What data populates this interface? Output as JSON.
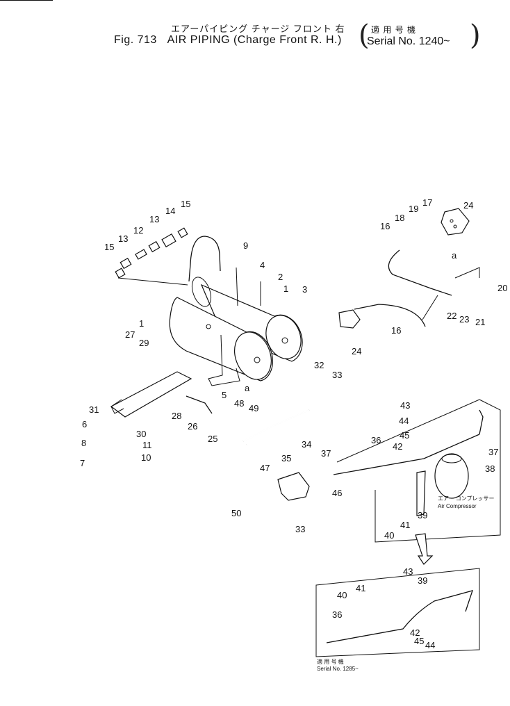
{
  "header": {
    "title_jp": "エアーパイピング チャージ フロント 右",
    "fig_label": "Fig. 713",
    "title_en": "AIR PIPING (Charge Front R. H.)",
    "serial_jp": "適 用 号 機",
    "serial_en": "Serial No. 1240~"
  },
  "callouts": [
    "15",
    "14",
    "13",
    "12",
    "13",
    "15",
    "9",
    "4",
    "2",
    "1",
    "3",
    "1",
    "27",
    "29",
    "5",
    "a",
    "31",
    "6",
    "30",
    "28",
    "26",
    "25",
    "48",
    "49",
    "8",
    "11",
    "7",
    "10",
    "32",
    "33",
    "34",
    "35",
    "47",
    "50",
    "33",
    "46",
    "37",
    "36",
    "43",
    "44",
    "45",
    "42",
    "37",
    "38",
    "39",
    "41",
    "40",
    "16",
    "18",
    "19",
    "17",
    "24",
    "a",
    "20",
    "22",
    "23",
    "21",
    "16",
    "24",
    "43",
    "39",
    "40",
    "41",
    "36",
    "42",
    "45",
    "44"
  ],
  "compressor": {
    "jp": "エアー コンプレッサー",
    "en": "Air Compressor"
  },
  "inset": {
    "serial_jp": "適 用 号 機",
    "serial_en": "Serial No. 1285~"
  }
}
